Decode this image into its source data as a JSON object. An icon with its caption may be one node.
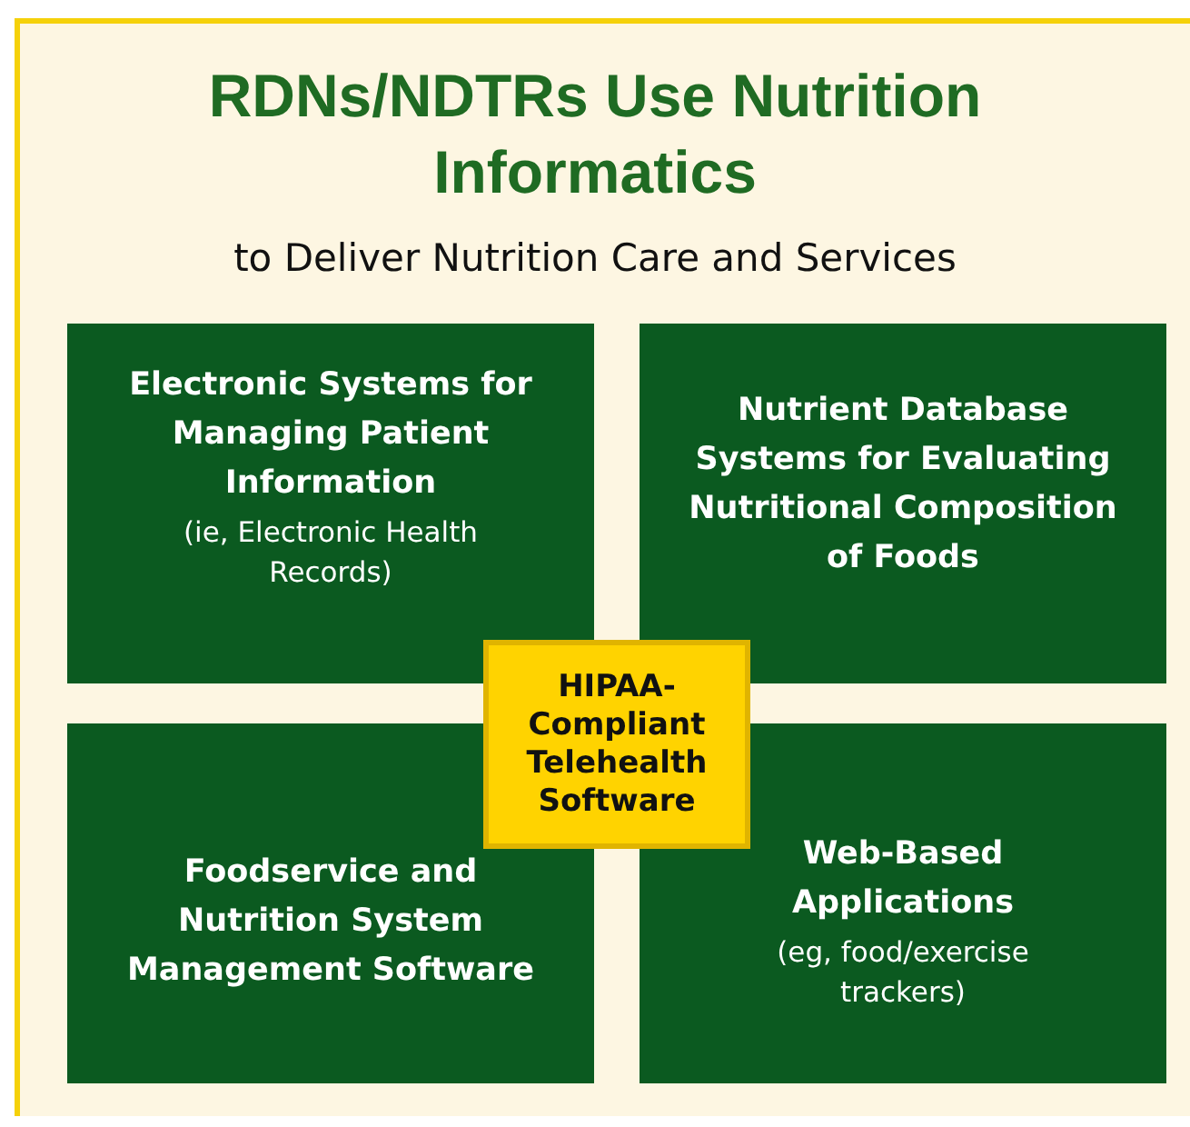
{
  "diagram": {
    "title": "RDNs/NDTRs Use Nutrition Informatics",
    "nodes": [
      {
        "text": [
          "Electronic Systems for Managing Patient Information",
          "(ie, Electronic Health Records)"
        ]
      },
      {
        "text": [
          "Nutrient Database Systems for Evaluating Nutritional Composition of Foods"
        ]
      },
      {
        "text": [
          "Foodservice and Nutrition System Management Software"
        ]
      },
      {
        "text": [
          "Web-Based Applications",
          "(eg, food/exercise trackers)"
        ]
      },
      {
        "text": [
          "HIPAA-Compliant Telehealth Software"
        ]
      }
    ],
    "labels": [
      "to Deliver Nutrition Care and Services"
    ]
  }
}
